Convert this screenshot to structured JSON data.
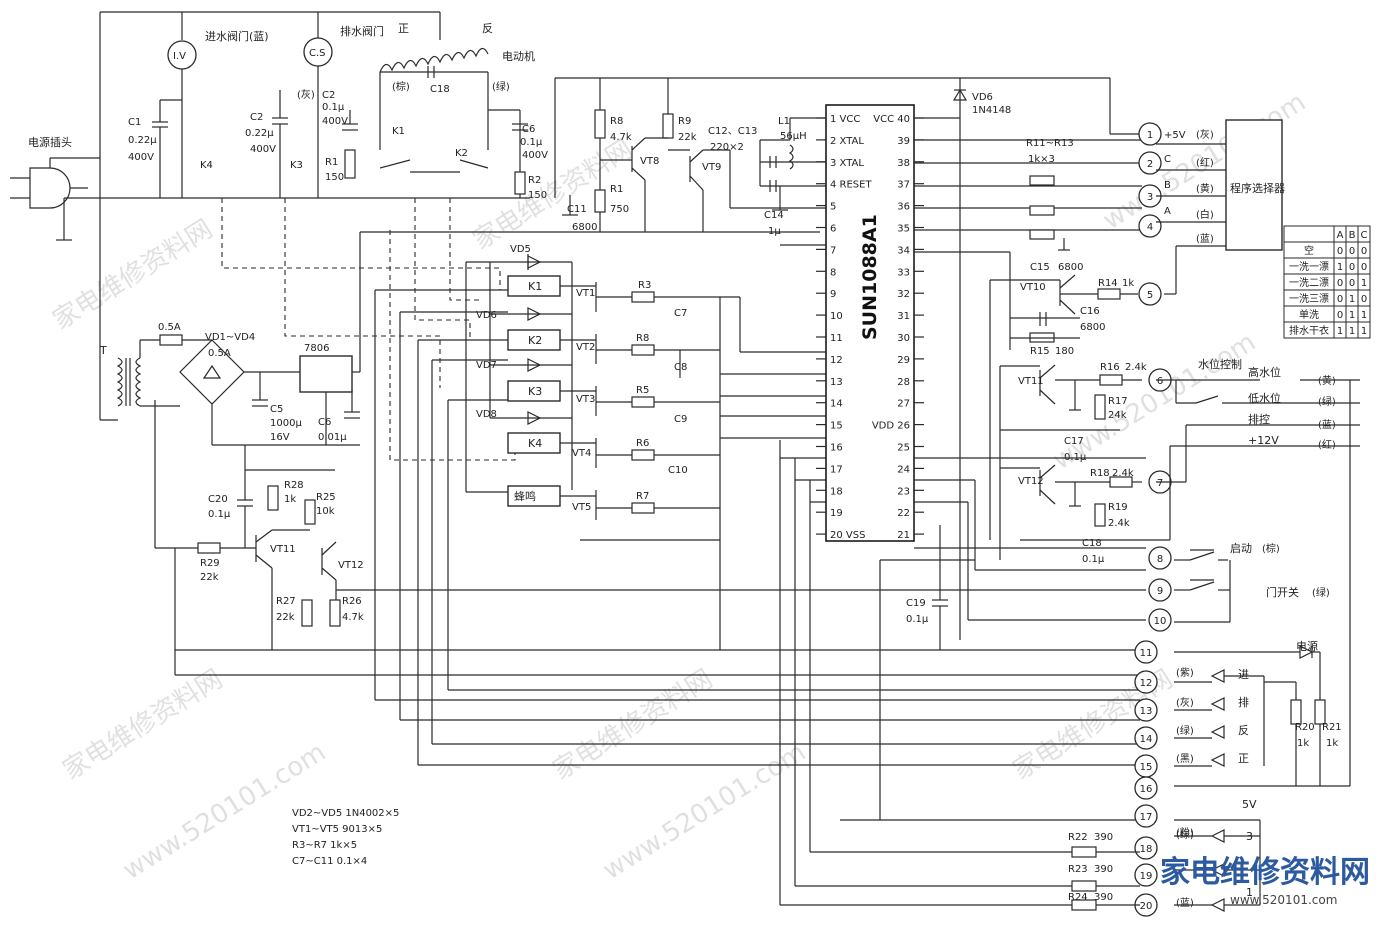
{
  "labels": {
    "plug": "电源插头",
    "inlet_valve": "进水阀门(蓝)",
    "drain_valve": "排水阀门",
    "iv": "I.V",
    "cs": "C.S",
    "gray": "(灰)",
    "motor": "电动机",
    "forward": "正",
    "reverse": "反",
    "brown": "(棕)",
    "green": "(绿)",
    "c1": "C1",
    "c1v": "0.22μ",
    "c1r": "400V",
    "c2a": "C2",
    "c2b": "C2",
    "c2v": "0.22μ",
    "c2r": "400V",
    "c2v2": "0.1μ",
    "c2r2": "400V",
    "c18m": "C18",
    "c6": "C6",
    "c6v": "0.1μ",
    "c6r": "400V",
    "r1": "R1",
    "r1v": "150",
    "r2": "R2",
    "r2v": "150",
    "k1": "K1",
    "k2": "K2",
    "k3": "K3",
    "k4": "K4",
    "t": "T",
    "fuse": "0.5A",
    "vd14": "VD1~VD4",
    "vd14v": "0.5A",
    "reg": "7806",
    "c5": "C5",
    "c5v": "1000μ",
    "c5r": "16V",
    "c6b": "C6",
    "c6bv": "0.01μ",
    "r8": "R8",
    "r8v": "4.7k",
    "r9": "R9",
    "r9v": "22k",
    "c1213": "C12、C13",
    "c1213v": "220×2",
    "l1": "L1",
    "l1v": "56μH",
    "vt8": "VT8",
    "vt9": "VT9",
    "r1b": "R1",
    "r1bv": "750",
    "c11": "C11",
    "c11v": "6800",
    "c14": "C14",
    "c14v": "1μ",
    "chip": "SUN1088A1",
    "vd6": "VD6",
    "vd6v": "1N4148",
    "vd5": "VD5",
    "vd6b": "VD6",
    "vd7": "VD7",
    "vd8": "VD8",
    "relay1": "K1",
    "relay2": "K2",
    "relay3": "K3",
    "relay4": "K4",
    "buzzer": "蜂鸣",
    "vt1": "VT1",
    "vt2": "VT2",
    "vt3": "VT3",
    "vt4": "VT4",
    "vt5": "VT5",
    "r3": "R3",
    "r8b": "R8",
    "r5": "R5",
    "r6": "R6",
    "r7": "R7",
    "c7": "C7",
    "c8": "C8",
    "c9": "C9",
    "c10": "C10",
    "c20": "C20",
    "c20v": "0.1μ",
    "r28": "R28",
    "r28v": "1k",
    "r25": "R25",
    "r25v": "10k",
    "r29": "R29",
    "r29v": "22k",
    "vt11b": "VT11",
    "vt12b": "VT12",
    "r27": "R27",
    "r27v": "22k",
    "r26": "R26",
    "r26v": "4.7k",
    "notes": [
      "VD2~VD5  1N4002×5",
      "VT1~VT5  9013×5",
      "R3~R7  1k×5",
      "C7~C11  0.1×4"
    ],
    "r1113": "R11~R13",
    "r1113v": "1k×3",
    "c15": "C15",
    "c15v": "6800",
    "vt10": "VT10",
    "r14": "R14",
    "r14v": "1k",
    "c16": "C16",
    "c16v": "6800",
    "r15": "R15",
    "r15v": "180",
    "vt11": "VT11",
    "r16": "R16",
    "r16v": "2.4k",
    "r17": "R17",
    "r17v": "24k",
    "c17": "C17",
    "c17v": "0.1μ",
    "vt12": "VT12",
    "r18": "R18",
    "r18v": "2.4k",
    "r19": "R19",
    "r19v": "2.4k",
    "c18": "C18",
    "c18v": "0.1μ",
    "c19": "C19",
    "c19v": "0.1μ",
    "prog_sel": "程序选择器",
    "p5v": "+5V",
    "pgray": "(灰)",
    "pc": "C",
    "pred": "(红)",
    "pb": "B",
    "pyellow": "(黄)",
    "pa": "A",
    "pwhite": "(白)",
    "pblue": "(蓝)",
    "water_ctrl": "水位控制",
    "high": "高水位",
    "low": "低水位",
    "drainctl": "排控",
    "p12v": "+12V",
    "wy": "(黄)",
    "wg": "(绿)",
    "wb": "(蓝)",
    "wr": "(红)",
    "start": "启动",
    "startc": "(棕)",
    "door": "门开关",
    "doorc": "(绿)",
    "power": "电源",
    "purple": "(紫)",
    "lg": "(灰)",
    "lgreen": "(绿)",
    "lblack": "(黑)",
    "inl": "进",
    "drn": "排",
    "rev": "反",
    "fwd": "正",
    "r20": "R20",
    "r20v": "1k",
    "r21": "R21",
    "r21v": "1k",
    "pink": "(粉)",
    "five": "5V",
    "r22": "R22",
    "r22v": "390",
    "r23": "R23",
    "r23v": "390",
    "r24": "R24",
    "r24v": "390",
    "lgreen2": "(绿)",
    "lblue": "(蓝)",
    "n3": "3",
    "n1": "1",
    "brand": "家电维修资料网",
    "site": "www.520101.com",
    "watermark": "家电维修资料网",
    "watermark_url": "www.520101.com"
  },
  "left_pins": [
    "1 VCC",
    "2 XTAL",
    "3 XTAL",
    "4 RESET",
    "5",
    "6",
    "7",
    "8",
    "9",
    "10",
    "11",
    "12",
    "13",
    "14",
    "15",
    "16",
    "17",
    "18",
    "19",
    "20 VSS"
  ],
  "right_pins": [
    "VCC 40",
    "39",
    "38",
    "37",
    "36",
    "35",
    "34",
    "33",
    "32",
    "31",
    "30",
    "29",
    "28",
    "27",
    "VDD 26",
    "25",
    "24",
    "23",
    "22",
    "21"
  ],
  "terminals": [
    "1",
    "2",
    "3",
    "4",
    "5",
    "6",
    "7",
    "8",
    "9",
    "10",
    "11",
    "12",
    "13",
    "14",
    "15",
    "16",
    "17",
    "18",
    "19",
    "20"
  ],
  "table": {
    "header": [
      "",
      "A",
      "B",
      "C"
    ],
    "rows": [
      [
        "空",
        "0",
        "0",
        "0"
      ],
      [
        "一洗一漂",
        "1",
        "0",
        "0"
      ],
      [
        "一洗二漂",
        "0",
        "0",
        "1"
      ],
      [
        "一洗三漂",
        "0",
        "1",
        "0"
      ],
      [
        "单洗",
        "0",
        "1",
        "1"
      ],
      [
        "排水干衣",
        "1",
        "1",
        "1"
      ]
    ]
  }
}
